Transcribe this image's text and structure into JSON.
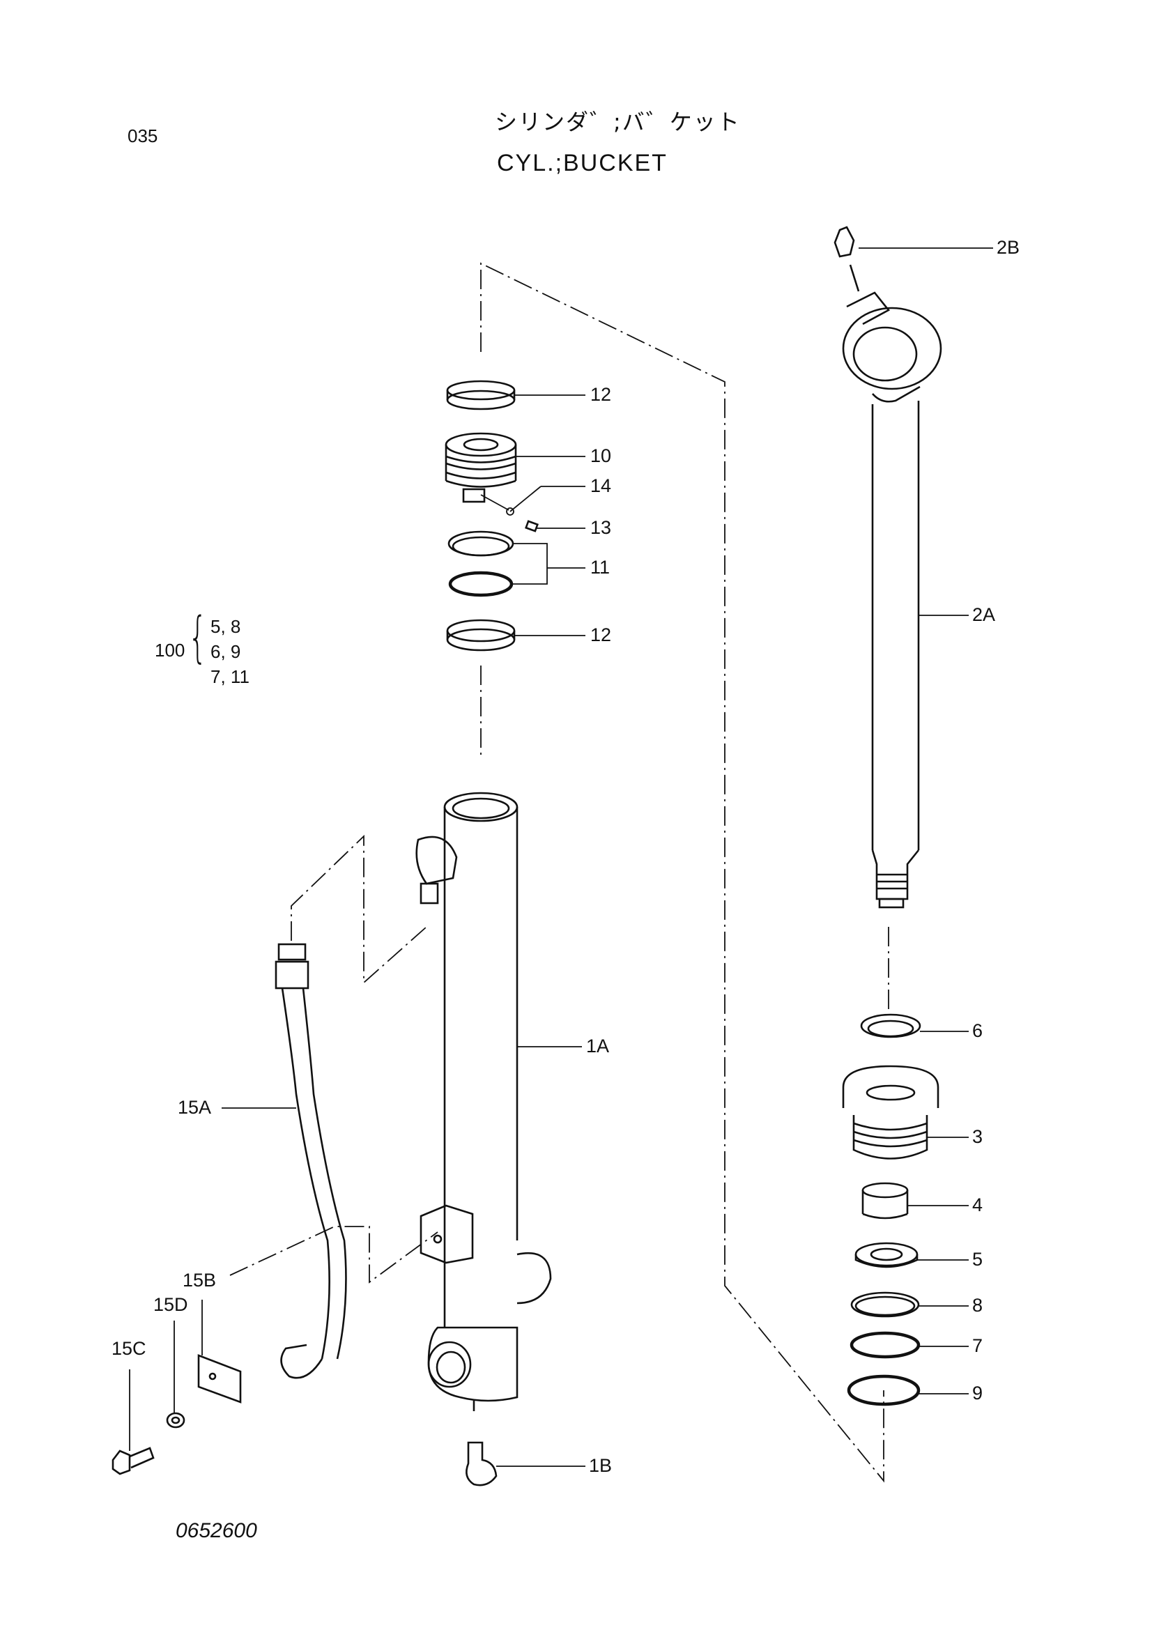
{
  "header": {
    "page_number": "035",
    "title_jp": "シリンダ゛;バ゛ケット",
    "title_en": "CYL.;BUCKET"
  },
  "footer": {
    "drawing_number": "0652600"
  },
  "callouts": {
    "c_2B": "2B",
    "c_2A": "2A",
    "c_12a": "12",
    "c_10": "10",
    "c_14": "14",
    "c_13": "13",
    "c_11": "11",
    "c_12b": "12",
    "c_1A": "1A",
    "c_15A": "15A",
    "c_15B": "15B",
    "c_15D": "15D",
    "c_15C": "15C",
    "c_1B": "1B",
    "c_6": "6",
    "c_3": "3",
    "c_4": "4",
    "c_5": "5",
    "c_8": "8",
    "c_7": "7",
    "c_9": "9"
  },
  "seal_kit": {
    "kit_number": "100",
    "brace": "{",
    "rows": [
      "5,  8",
      "6,  9",
      "7,  11"
    ]
  }
}
